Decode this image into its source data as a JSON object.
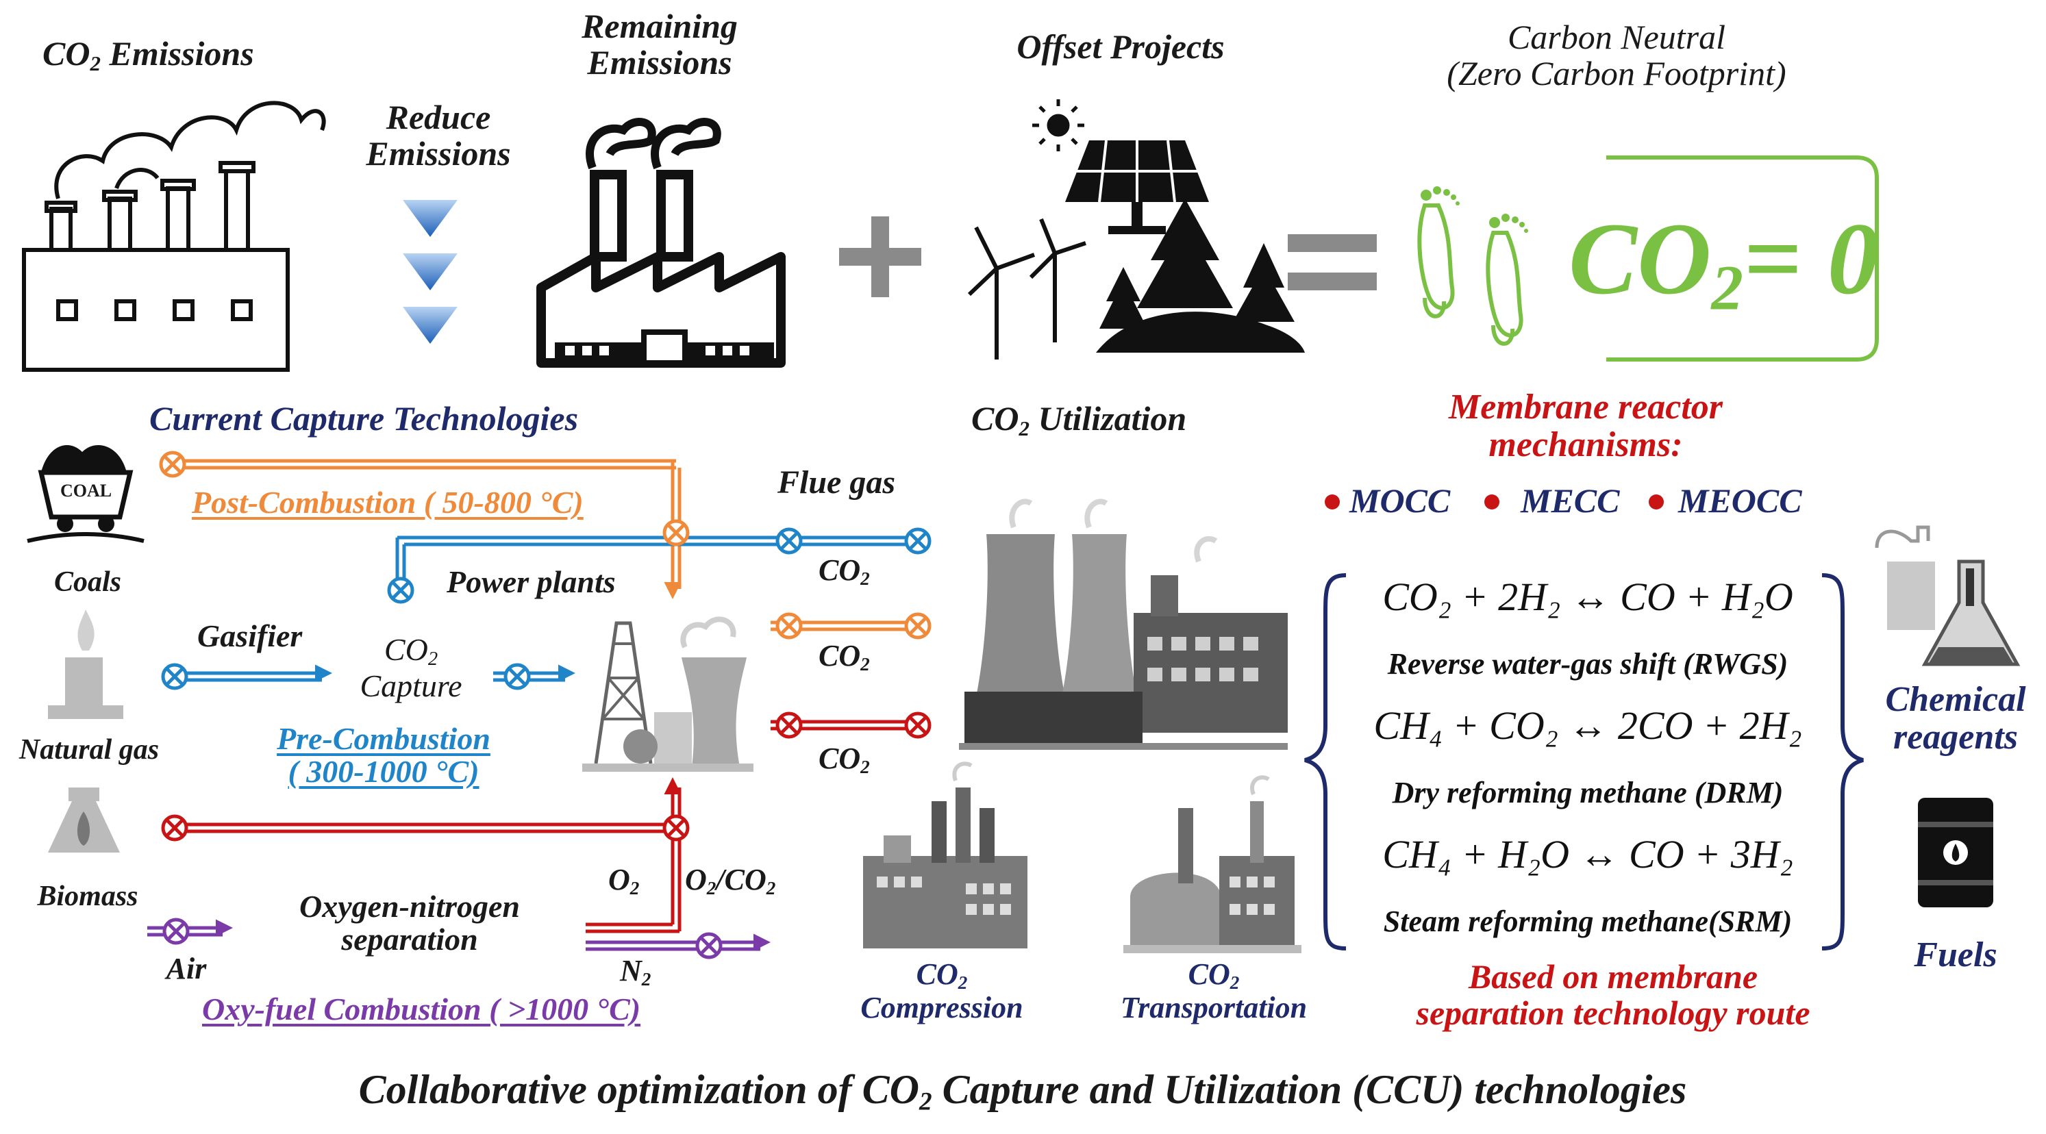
{
  "top": {
    "co2_emissions": {
      "pre": "CO",
      "sub": "2",
      "post": " Emissions"
    },
    "reduce": [
      "Reduce",
      "Emissions"
    ],
    "remaining": [
      "Remaining",
      "Emissions"
    ],
    "offset": "Offset Projects",
    "neutral": [
      "Carbon Neutral",
      "(Zero Carbon Footprint)"
    ],
    "co2_zero": {
      "pre": "CO",
      "sub": "2",
      "post": "= 0"
    }
  },
  "capture": {
    "title": "Current Capture Technologies",
    "coals": "Coals",
    "natural_gas": "Natural gas",
    "biomass": "Biomass",
    "air": "Air",
    "post_combustion": "Post-Combustion ( 50-800 °C)",
    "gasifier": "Gasifier",
    "co2_capture": {
      "pre": "CO",
      "sub": "2",
      "post": "Capture"
    },
    "pre_combustion": [
      "Pre-Combustion",
      "( 300-1000 °C)"
    ],
    "power_plants": "Power plants",
    "flue_gas": "Flue gas",
    "co2_labels": [
      {
        "pre": "CO",
        "sub": "2"
      },
      {
        "pre": "CO",
        "sub": "2"
      },
      {
        "pre": "CO",
        "sub": "2"
      }
    ],
    "o2": {
      "pre": "O",
      "sub": "2"
    },
    "o2co2": {
      "a": "O",
      "asub": "2",
      "b": "/CO",
      "bsub": "2"
    },
    "n2": {
      "pre": "N",
      "sub": "2"
    },
    "oxygen_sep": [
      "Oxygen-nitrogen",
      "separation"
    ],
    "oxy_fuel": "Oxy-fuel Combustion ( >1000 °C)"
  },
  "utilization": {
    "title": {
      "pre": "CO",
      "sub": "2",
      "post": " Utilization"
    },
    "compression": {
      "pre": "CO",
      "sub": "2",
      "post": "Compression"
    },
    "transportation": {
      "pre": "CO",
      "sub": "2",
      "post": "Transportation"
    }
  },
  "membrane": {
    "title": [
      "Membrane reactor",
      "mechanisms:"
    ],
    "mechanisms": [
      "MOCC",
      "MECC",
      "MEOCC"
    ],
    "reactions": [
      {
        "equation": "CO₂ + 2H₂ ↔ CO + H₂O",
        "name": "Reverse water-gas shift (RWGS)"
      },
      {
        "equation": "CH₄ + CO₂ ↔ 2CO + 2H₂",
        "name": "Dry  reforming methane (DRM)"
      },
      {
        "equation": "CH₄ + H₂O ↔ CO + 3H₂",
        "name": "Steam reforming methane(SRM)"
      }
    ],
    "footer": [
      "Based on membrane",
      "separation technology route"
    ]
  },
  "products": {
    "chemical": [
      "Chemical",
      "reagents"
    ],
    "fuels": "Fuels",
    "coal_cart_text": "COAL"
  },
  "caption": {
    "pre": "Collaborative optimization of CO",
    "sub": "2",
    "post": " Capture and Utilization (CCU) technologies"
  },
  "colors": {
    "orange": "#ef8a3a",
    "blue": "#1f84c8",
    "red": "#c81414",
    "purple": "#7a3aa8",
    "green": "#7ac043",
    "navy": "#1f2a6b"
  }
}
